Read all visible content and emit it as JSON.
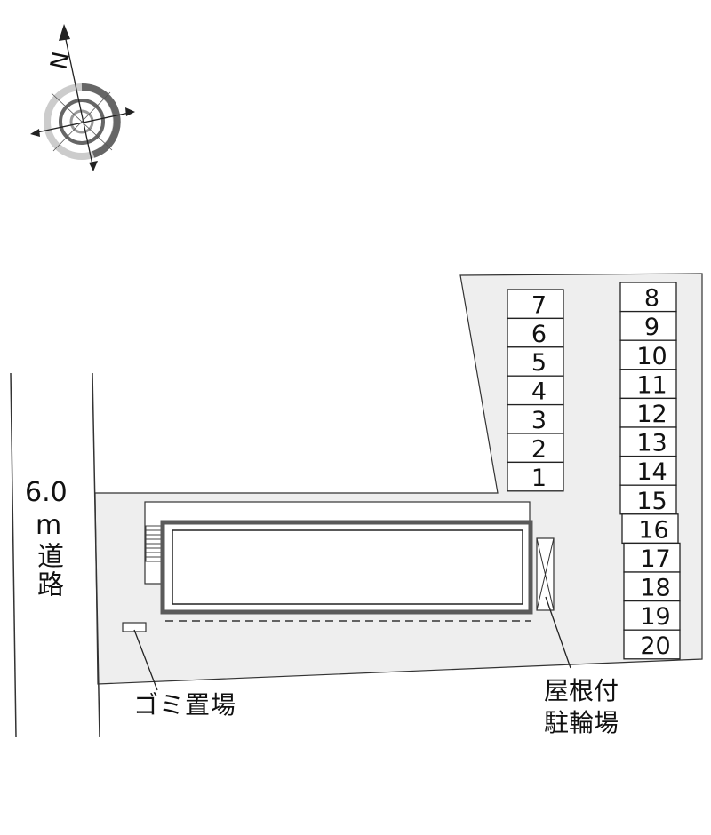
{
  "map": {
    "road_width": "6.0",
    "road_unit": "m",
    "road_label": "道路",
    "garbage_label": "ゴミ置場",
    "bike_label_line1": "屋根付",
    "bike_label_line2": "駐輪場",
    "compass_label": "N",
    "parking_left": [
      "7",
      "6",
      "5",
      "4",
      "3",
      "2",
      "1"
    ],
    "parking_right": [
      "8",
      "9",
      "10",
      "11",
      "12",
      "13",
      "14",
      "15",
      "16",
      "17",
      "18",
      "19",
      "20"
    ],
    "colors": {
      "lot_fill": "#eeeeee",
      "outline": "#333333",
      "building_border": "#5a5a5a",
      "compass_ring": "#666666",
      "compass_ring_light": "#bbbbbb"
    }
  }
}
